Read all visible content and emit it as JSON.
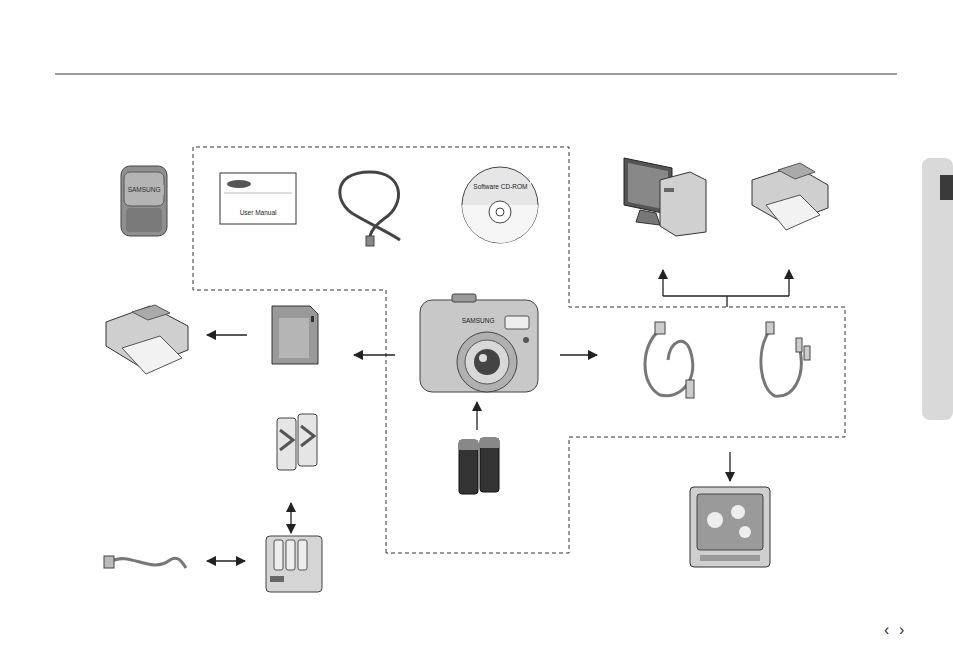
{
  "diagram": {
    "nodes": [
      {
        "text": [
          "SAMSUNG"
        ]
      },
      {
        "text": [
          "User Manual"
        ]
      },
      {
        "text": [
          "Software CD-ROM"
        ]
      },
      {
        "text": [
          "SAMSUNG"
        ]
      }
    ],
    "labels": [
      "‹",
      "›"
    ]
  }
}
